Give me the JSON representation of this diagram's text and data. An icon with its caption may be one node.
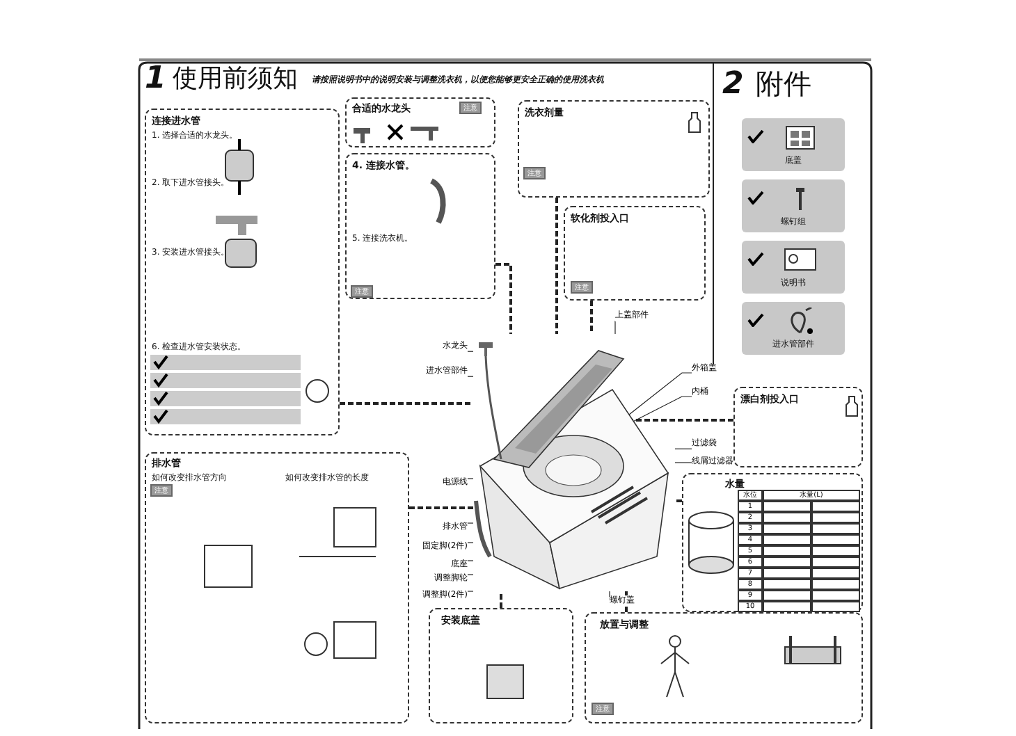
{
  "diagram": {
    "title": "使用前须知",
    "nodes": [
      {
        "text": [
          "连接进水管",
          "1. 选择合适的水龙头。",
          "2. 取下进水管接头。",
          "3. 安装进水管接头。",
          "6. 检查进水管安装状态。"
        ]
      },
      {
        "text": [
          "合适的水龙头"
        ]
      },
      {
        "text": [
          "4. 连接水管。",
          "5. 连接洗衣机。"
        ]
      },
      {
        "text": [
          "洗衣剂量"
        ]
      },
      {
        "text": [
          "软化剂投入口"
        ]
      },
      {
        "text": [
          "附件"
        ]
      },
      {
        "text": [
          "底盖"
        ],
        "in": 5
      },
      {
        "text": [
          "螺钉组"
        ],
        "in": 5
      },
      {
        "text": [
          "说明书"
        ],
        "in": 5
      },
      {
        "text": [
          "进水管部件"
        ],
        "in": 5
      },
      {
        "text": [
          "漂白剂投入口"
        ]
      },
      {
        "text": [
          "水量"
        ]
      },
      {
        "text": [
          "排水管",
          "如何改变排水管方向",
          "如何改变排水管的长度"
        ]
      },
      {
        "text": [
          "安装底盖"
        ]
      },
      {
        "text": [
          "放置与调整"
        ]
      },
      {
        "text": [],
        "shape": "picture"
      },
      {
        "text": [
          "水龙头"
        ]
      },
      {
        "text": [
          "进水管部件"
        ]
      },
      {
        "text": [
          "上盖部件"
        ]
      },
      {
        "text": [
          "外箱盖"
        ]
      },
      {
        "text": [
          "内桶"
        ]
      },
      {
        "text": [
          "过滤袋"
        ]
      },
      {
        "text": [
          "线屑过滤器"
        ]
      },
      {
        "text": [
          "电源线"
        ]
      },
      {
        "text": [
          "排水管"
        ]
      },
      {
        "text": [
          "固定脚(2件)"
        ]
      },
      {
        "text": [
          "底座"
        ]
      },
      {
        "text": [
          "调整脚轮"
        ]
      },
      {
        "text": [
          "调整脚(2件)"
        ]
      },
      {
        "text": [
          "螺钉盖"
        ]
      }
    ],
    "edges": [
      {
        "from": 0,
        "to": 15,
        "arrow": "none",
        "style": "dashed"
      },
      {
        "from": 2,
        "to": 15,
        "arrow": "none",
        "style": "dashed"
      },
      {
        "from": 3,
        "to": 15,
        "arrow": "none",
        "style": "dashed"
      },
      {
        "from": 4,
        "to": 15,
        "arrow": "none",
        "style": "dashed"
      },
      {
        "from": 10,
        "to": 15,
        "arrow": "none",
        "style": "dashed"
      },
      {
        "from": 11,
        "to": 15,
        "arrow": "none",
        "style": "dashed"
      },
      {
        "from": 12,
        "to": 15,
        "arrow": "none",
        "style": "dashed"
      },
      {
        "from": 13,
        "to": 15,
        "arrow": "none",
        "style": "dashed"
      },
      {
        "from": 14,
        "to": 15,
        "arrow": "none",
        "style": "dashed"
      },
      {
        "from": 16,
        "to": 15,
        "arrow": "none"
      },
      {
        "from": 17,
        "to": 15,
        "arrow": "none"
      },
      {
        "from": 18,
        "to": 15,
        "arrow": "none"
      },
      {
        "from": 19,
        "to": 15,
        "arrow": "none"
      },
      {
        "from": 20,
        "to": 15,
        "arrow": "none"
      },
      {
        "from": 21,
        "to": 15,
        "arrow": "none"
      },
      {
        "from": 22,
        "to": 15,
        "arrow": "none"
      },
      {
        "from": 23,
        "to": 15,
        "arrow": "none"
      },
      {
        "from": 24,
        "to": 15,
        "arrow": "none"
      },
      {
        "from": 25,
        "to": 15,
        "arrow": "none"
      },
      {
        "from": 26,
        "to": 15,
        "arrow": "none"
      },
      {
        "from": 27,
        "to": 15,
        "arrow": "none"
      },
      {
        "from": 28,
        "to": 15,
        "arrow": "none"
      },
      {
        "from": 29,
        "to": 15,
        "arrow": "none"
      }
    ],
    "labels": [
      "1",
      "请按照说明书中的说明安装与调整洗衣机，以便您能够更安全正确的使用洗衣机",
      "2",
      "注意",
      "注意",
      "注意",
      "注意",
      "注意",
      "注意",
      "水位",
      "水量(L)",
      "1",
      "2",
      "3",
      "4",
      "5",
      "6",
      "7",
      "8",
      "9",
      "10"
    ]
  }
}
